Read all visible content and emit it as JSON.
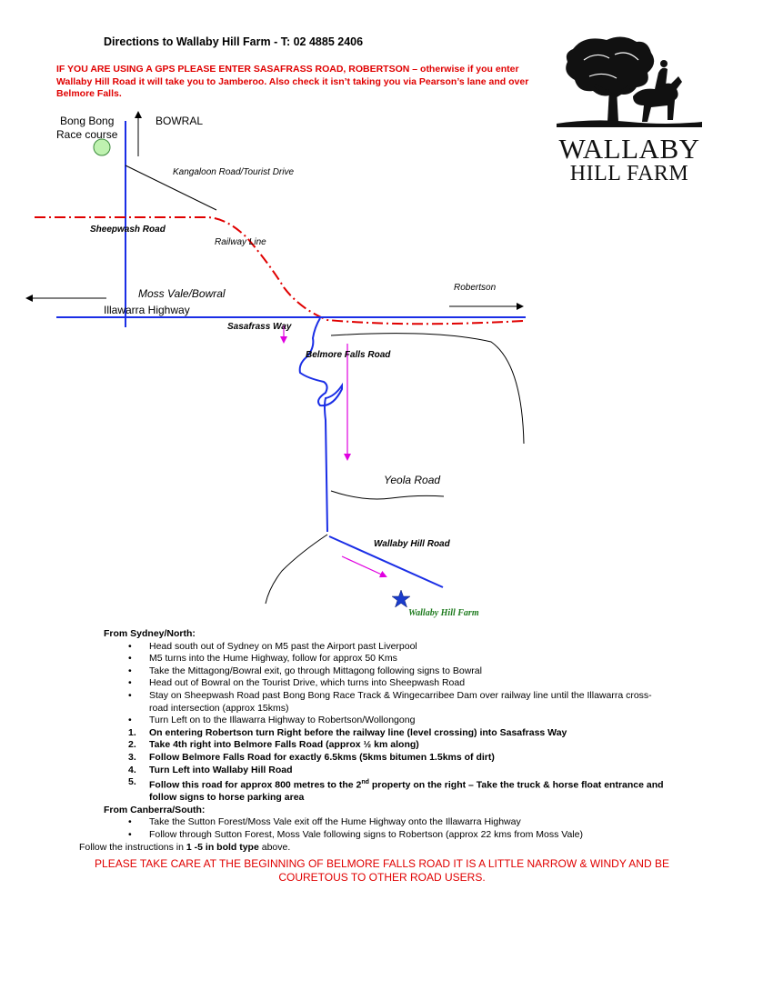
{
  "header": {
    "title": "Directions to Wallaby Hill Farm - T: 02 4885 2406",
    "gps_warning": "IF YOU ARE USING A GPS PLEASE ENTER SASAFRASS ROAD, ROBERTSON – otherwise if you enter Wallaby Hill Road it will take you to Jamberoo. Also check it isn’t taking you via Pearson’s lane and over Belmore Falls."
  },
  "logo": {
    "line1": "WALLABY",
    "line2": "HILL FARM",
    "icon": "tree-and-horse-rider-icon"
  },
  "map": {
    "labels": {
      "bong_bong_1": "Bong Bong",
      "bong_bong_2": "Race course",
      "bowral": "BOWRAL",
      "kangaloon": "Kangaloon Road/Tourist Drive",
      "sheepwash": "Sheepwash Road",
      "railway": "Railway Line",
      "moss_vale": "Moss Vale/Bowral",
      "illawarra": "Illawarra Highway",
      "robertson": "Robertson",
      "sasafrass": "Sasafrass Way",
      "belmore": "Belmore Falls Road",
      "yeola": "Yeola Road",
      "wallaby_road": "Wallaby Hill Road",
      "wallaby_farm": "Wallaby Hill Farm"
    },
    "colors": {
      "road": "#1a2ee6",
      "railway": "#e00000",
      "route_arrow": "#e000e0",
      "line": "#000000",
      "racecourse": "#bff2b0",
      "farm_star": "#1a3ccc",
      "farm_label": "#1d7a1d"
    }
  },
  "directions": {
    "sydney_heading": "From Sydney/North:",
    "sydney_steps": [
      "Head south out of Sydney on M5 past the Airport past Liverpool",
      "M5 turns into the Hume Highway, follow for approx 50 Kms",
      "Take the Mittagong/Bowral exit, go through Mittagong following signs to Bowral",
      "Head out of Bowral on the Tourist Drive, which turns into Sheepwash Road",
      "Stay on Sheepwash Road past Bong Bong Race Track & Wingecarribee Dam over railway line until the Illawarra cross-road intersection (approx 15kms)",
      "Turn Left on to the Illawarra Highway to Robertson/Wollongong"
    ],
    "bold_steps": [
      "On entering Robertson turn Right before the railway line (level crossing) into Sasafrass Way",
      "Take 4th right into Belmore Falls Road (approx ½ km along)",
      "Follow Belmore Falls Road for exactly 6.5kms (5kms bitumen 1.5kms of dirt)",
      "Turn Left into Wallaby Hill Road"
    ],
    "step5_prefix": "Follow this road for approx 800 metres to the 2",
    "step5_sup": "nd",
    "step5_suffix": " property on the right – Take the truck & horse float entrance and follow signs to horse parking area",
    "canberra_heading": "From Canberra/South:",
    "canberra_steps": [
      "Take the Sutton Forest/Moss Vale exit off the Hume Highway onto the Illawarra Highway",
      "Follow through Sutton Forest, Moss Vale following signs to Robertson (approx 22 kms from Moss Vale)"
    ],
    "follow_prefix": "Follow the instructions in ",
    "follow_bold": "1 -5 in bold type",
    "follow_suffix": " above.",
    "bullet": "•",
    "step_numbers": [
      "1.",
      "2.",
      "3.",
      "4.",
      "5."
    ]
  },
  "care_note": "PLEASE TAKE CARE AT THE BEGINNING OF BELMORE FALLS ROAD IT IS A LITTLE NARROW & WINDY AND BE COURETOUS TO OTHER ROAD USERS."
}
